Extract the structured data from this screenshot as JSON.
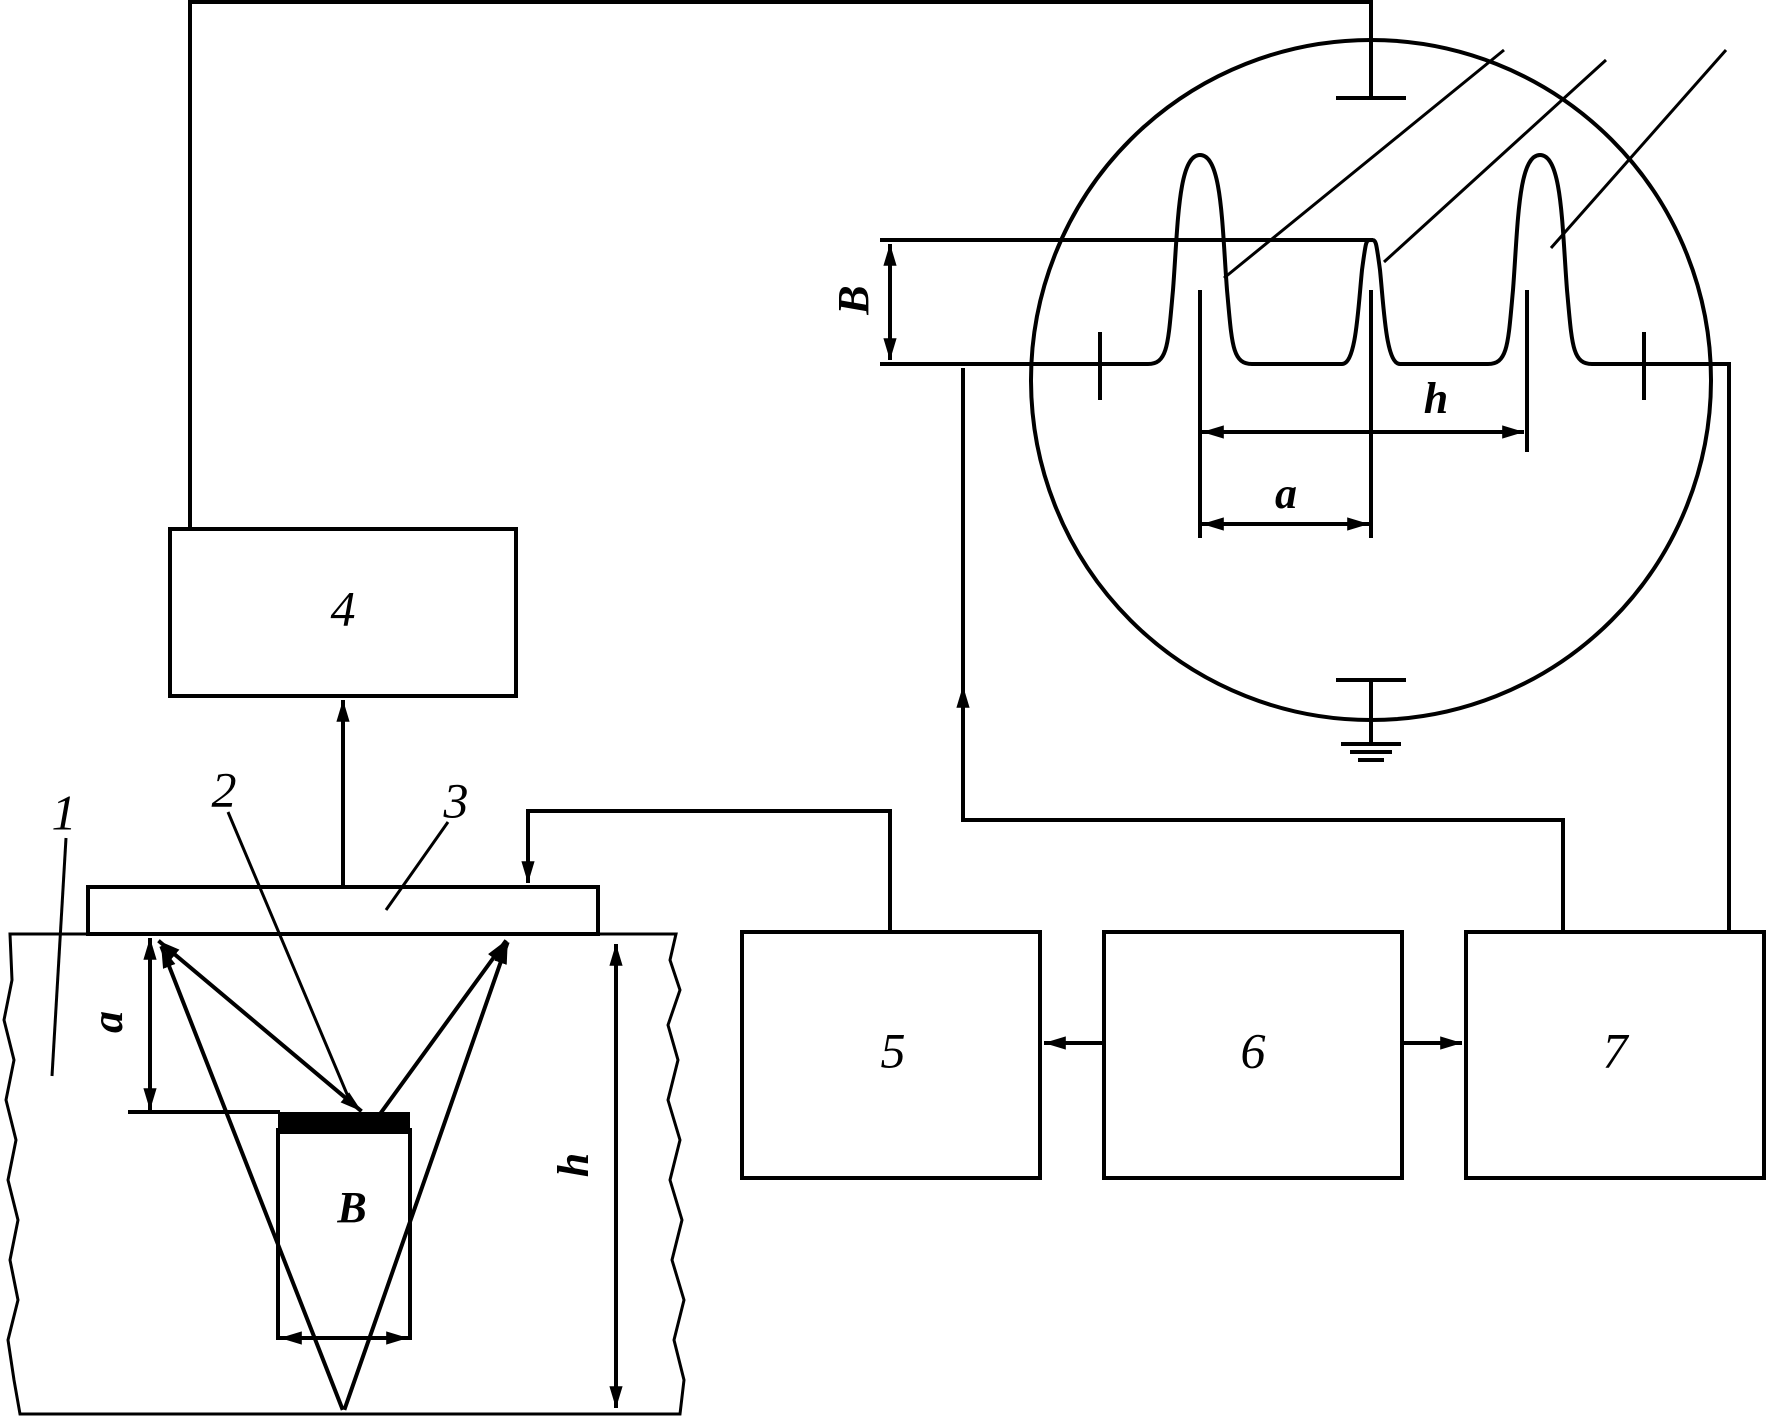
{
  "blocks": {
    "b4": "4",
    "b5": "5",
    "b6": "6",
    "b7": "7"
  },
  "callouts": {
    "c1": "1",
    "c2": "2",
    "c3": "3"
  },
  "dimensions": {
    "a": "a",
    "h": "h",
    "B": "B"
  },
  "colors": {
    "line": "#000000",
    "background": "#ffffff"
  }
}
